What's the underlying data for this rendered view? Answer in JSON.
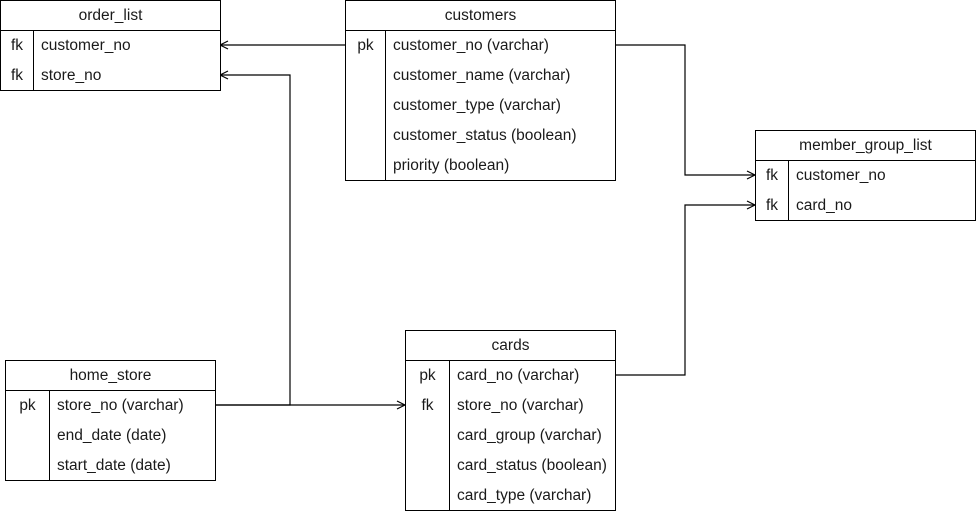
{
  "entities": {
    "order_list": {
      "title": "order_list",
      "rows": [
        {
          "key": "fk",
          "field": "customer_no"
        },
        {
          "key": "fk",
          "field": "store_no"
        }
      ]
    },
    "customers": {
      "title": "customers",
      "rows": [
        {
          "key": "pk",
          "field": "customer_no (varchar)"
        },
        {
          "key": "",
          "field": "customer_name (varchar)"
        },
        {
          "key": "",
          "field": "customer_type (varchar)"
        },
        {
          "key": "",
          "field": "customer_status (boolean)"
        },
        {
          "key": "",
          "field": "priority (boolean)"
        }
      ]
    },
    "member_group_list": {
      "title": "member_group_list",
      "rows": [
        {
          "key": "fk",
          "field": "customer_no"
        },
        {
          "key": "fk",
          "field": "card_no"
        }
      ]
    },
    "home_store": {
      "title": "home_store",
      "rows": [
        {
          "key": "pk",
          "field": "store_no (varchar)"
        },
        {
          "key": "",
          "field": "end_date (date)"
        },
        {
          "key": "",
          "field": "start_date (date)"
        }
      ]
    },
    "cards": {
      "title": "cards",
      "rows": [
        {
          "key": "pk",
          "field": "card_no (varchar)"
        },
        {
          "key": "fk",
          "field": "store_no (varchar)"
        },
        {
          "key": "",
          "field": "card_group (varchar)"
        },
        {
          "key": "",
          "field": "card_status (boolean)"
        },
        {
          "key": "",
          "field": "card_type (varchar)"
        }
      ]
    }
  },
  "relationships": [
    {
      "from": "customers.customer_no",
      "to": "order_list.customer_no",
      "cardinality": "one-to-many"
    },
    {
      "from": "home_store.store_no",
      "to": "order_list.store_no",
      "cardinality": "one-to-many"
    },
    {
      "from": "home_store.store_no",
      "to": "cards.store_no",
      "cardinality": "one-to-many"
    },
    {
      "from": "customers.customer_no",
      "to": "member_group_list.customer_no",
      "cardinality": "one-to-many"
    },
    {
      "from": "cards.card_no",
      "to": "member_group_list.card_no",
      "cardinality": "one-to-many"
    }
  ],
  "colors": {
    "line": "#000000",
    "border": "#000000",
    "background": "#ffffff",
    "text": "#1a1a1a"
  }
}
